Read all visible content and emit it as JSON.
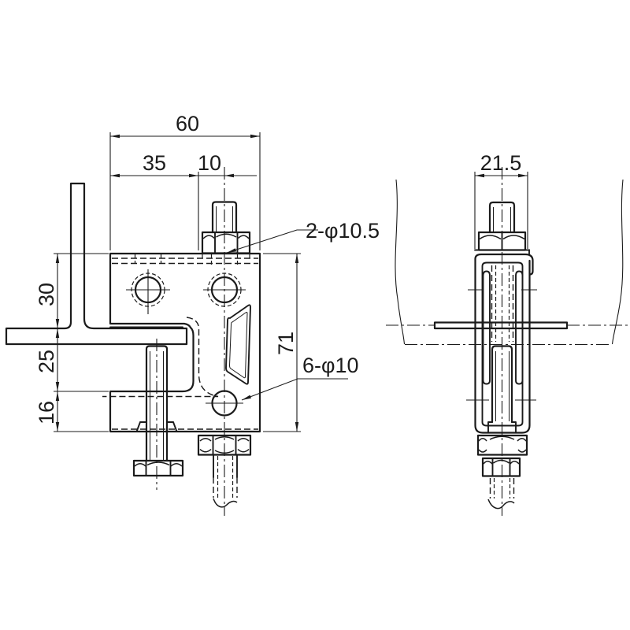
{
  "drawing": {
    "ink_color": "#1b1b1b",
    "front_view": {
      "dims": {
        "total_width": "60",
        "hole_offset_x": "35",
        "rod_offset": "10",
        "upper_height": "30",
        "mouth_height": "25",
        "jaw_height": "16",
        "total_height": "71"
      },
      "labels": {
        "top_holes": "2-φ10.5",
        "face_holes": "6-φ10"
      }
    },
    "side_view": {
      "dims": {
        "depth": "21.5"
      }
    }
  }
}
